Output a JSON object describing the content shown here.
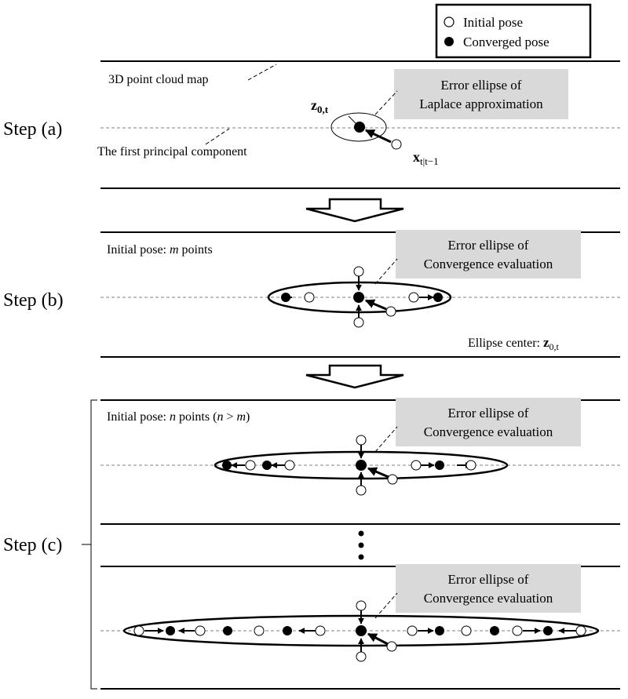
{
  "legend": {
    "initial_label": "Initial  pose",
    "converged_label": "Converged pose"
  },
  "steps": {
    "a": "Step (a)",
    "b": "Step (b)",
    "c": "Step (c)"
  },
  "step_a": {
    "map_label": "3D point cloud map",
    "pc_label": "The first principal component",
    "box_line1": "Error ellipse of",
    "box_line2": "Laplace approximation",
    "z_label": "z",
    "z_sub": "0,t",
    "x_label": "x",
    "x_sub": "t|t−1"
  },
  "step_b": {
    "init_label_pre": "Initial  pose: ",
    "init_label_var": "m",
    "init_label_post": " points",
    "box_line1": "Error ellipse of",
    "box_line2": "Convergence evaluation",
    "center_label": "Ellipse center: ",
    "center_var": "z",
    "center_sub": "0,t"
  },
  "step_c": {
    "init_label_pre": "Initial  pose: ",
    "init_label_var": "n",
    "init_label_post": " points (",
    "init_cond_n": "n",
    "init_cond_op": " > ",
    "init_cond_m": "m",
    "init_cond_close": ")",
    "box1_line1": "Error ellipse of",
    "box1_line2": "Convergence evaluation",
    "box2_line1": "Error ellipse of",
    "box2_line2": "Convergence evaluation"
  },
  "colors": {
    "box_fill": "#d9d9d9",
    "line": "#000000",
    "dashed": "#808080"
  }
}
